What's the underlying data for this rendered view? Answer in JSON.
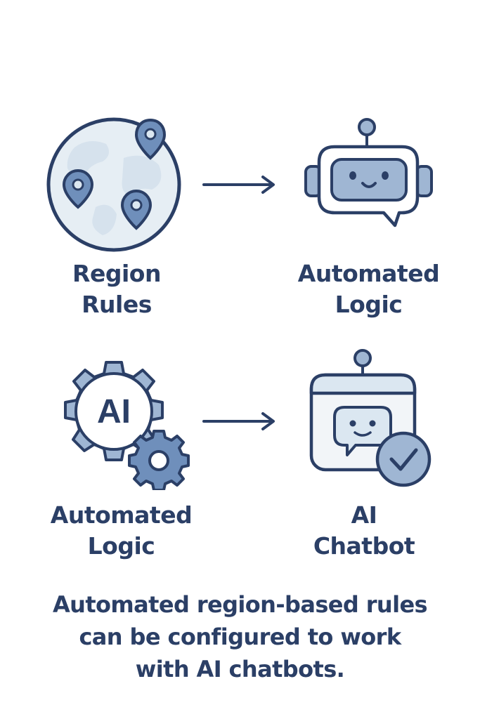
{
  "colors": {
    "ink": "#2b3f66",
    "fill_light": "#dbe7f1",
    "fill_mid": "#9fb6d3",
    "fill_blue": "#6f8fbb",
    "paper": "#ffffff"
  },
  "steps": [
    {
      "icon": "globe-with-pins-icon",
      "label_lines": [
        "Region",
        "Rules"
      ]
    },
    {
      "icon": "robot-chat-icon",
      "label_lines": [
        "Automated",
        "Logic"
      ]
    },
    {
      "icon": "ai-gear-icon",
      "gear_text": "AI",
      "label_lines": [
        "Automated",
        "Logic"
      ]
    },
    {
      "icon": "chatbot-window-check-icon",
      "label_lines": [
        "AI",
        "Chatbot"
      ]
    }
  ],
  "caption_lines": [
    "Automated region-based rules",
    "can be configured to work",
    "with AI chatbots."
  ]
}
